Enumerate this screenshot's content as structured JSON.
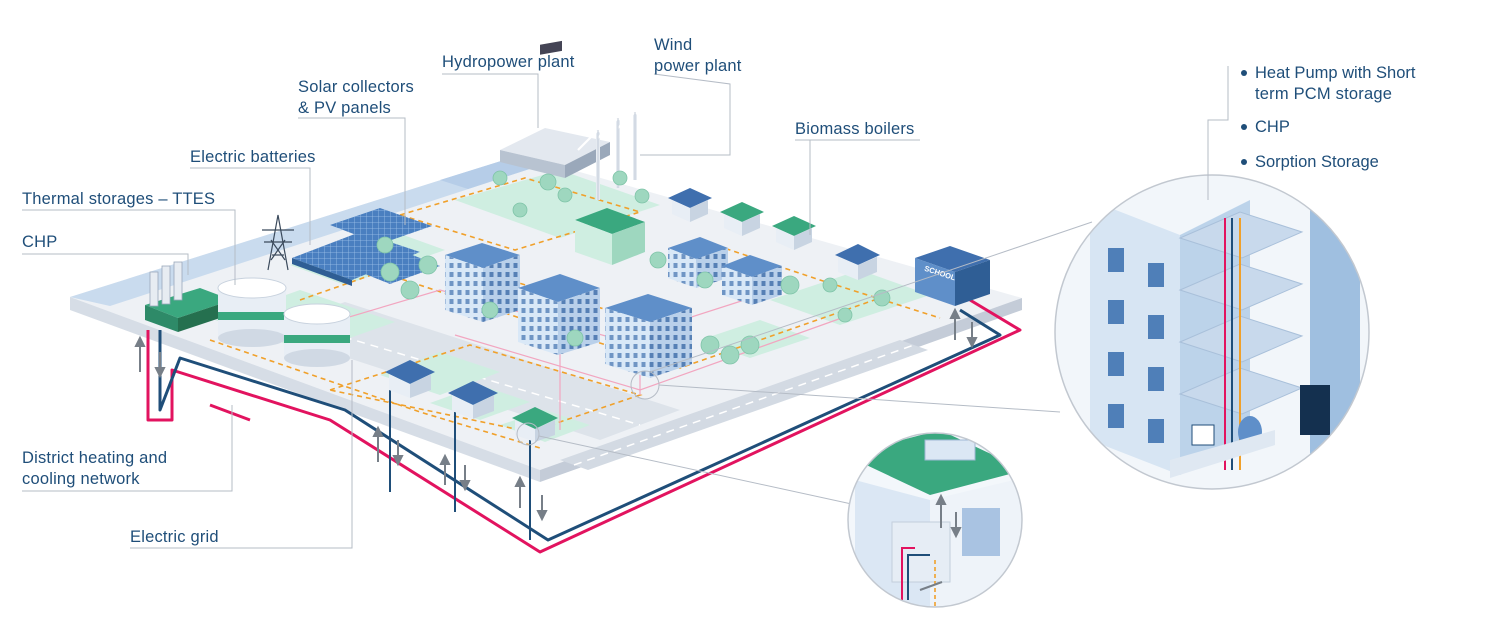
{
  "labels": {
    "hydropower": "Hydropower plant",
    "wind_line1": "Wind",
    "wind_line2": "power plant",
    "solar_line1": "Solar collectors",
    "solar_line2": "& PV panels",
    "electric_batteries": "Electric batteries",
    "biomass": "Biomass boilers",
    "thermal_storages": "Thermal storages – TTES",
    "chp": "CHP",
    "district_line1": "District heating and",
    "district_line2": "cooling network",
    "electric_grid": "Electric grid"
  },
  "school_sign": "SCHOOL",
  "building_legend": [
    "Heat Pump with Short",
    "term PCM storage",
    "CHP",
    "Sorption Storage"
  ],
  "colors": {
    "label_text": "#1f4e79",
    "heating_pipe": "#e2135f",
    "cooling_pipe": "#1f4e79",
    "green_areas": "#cfeee1",
    "building_blue": "#9fbfe0",
    "data_line": "#f0a02a"
  }
}
